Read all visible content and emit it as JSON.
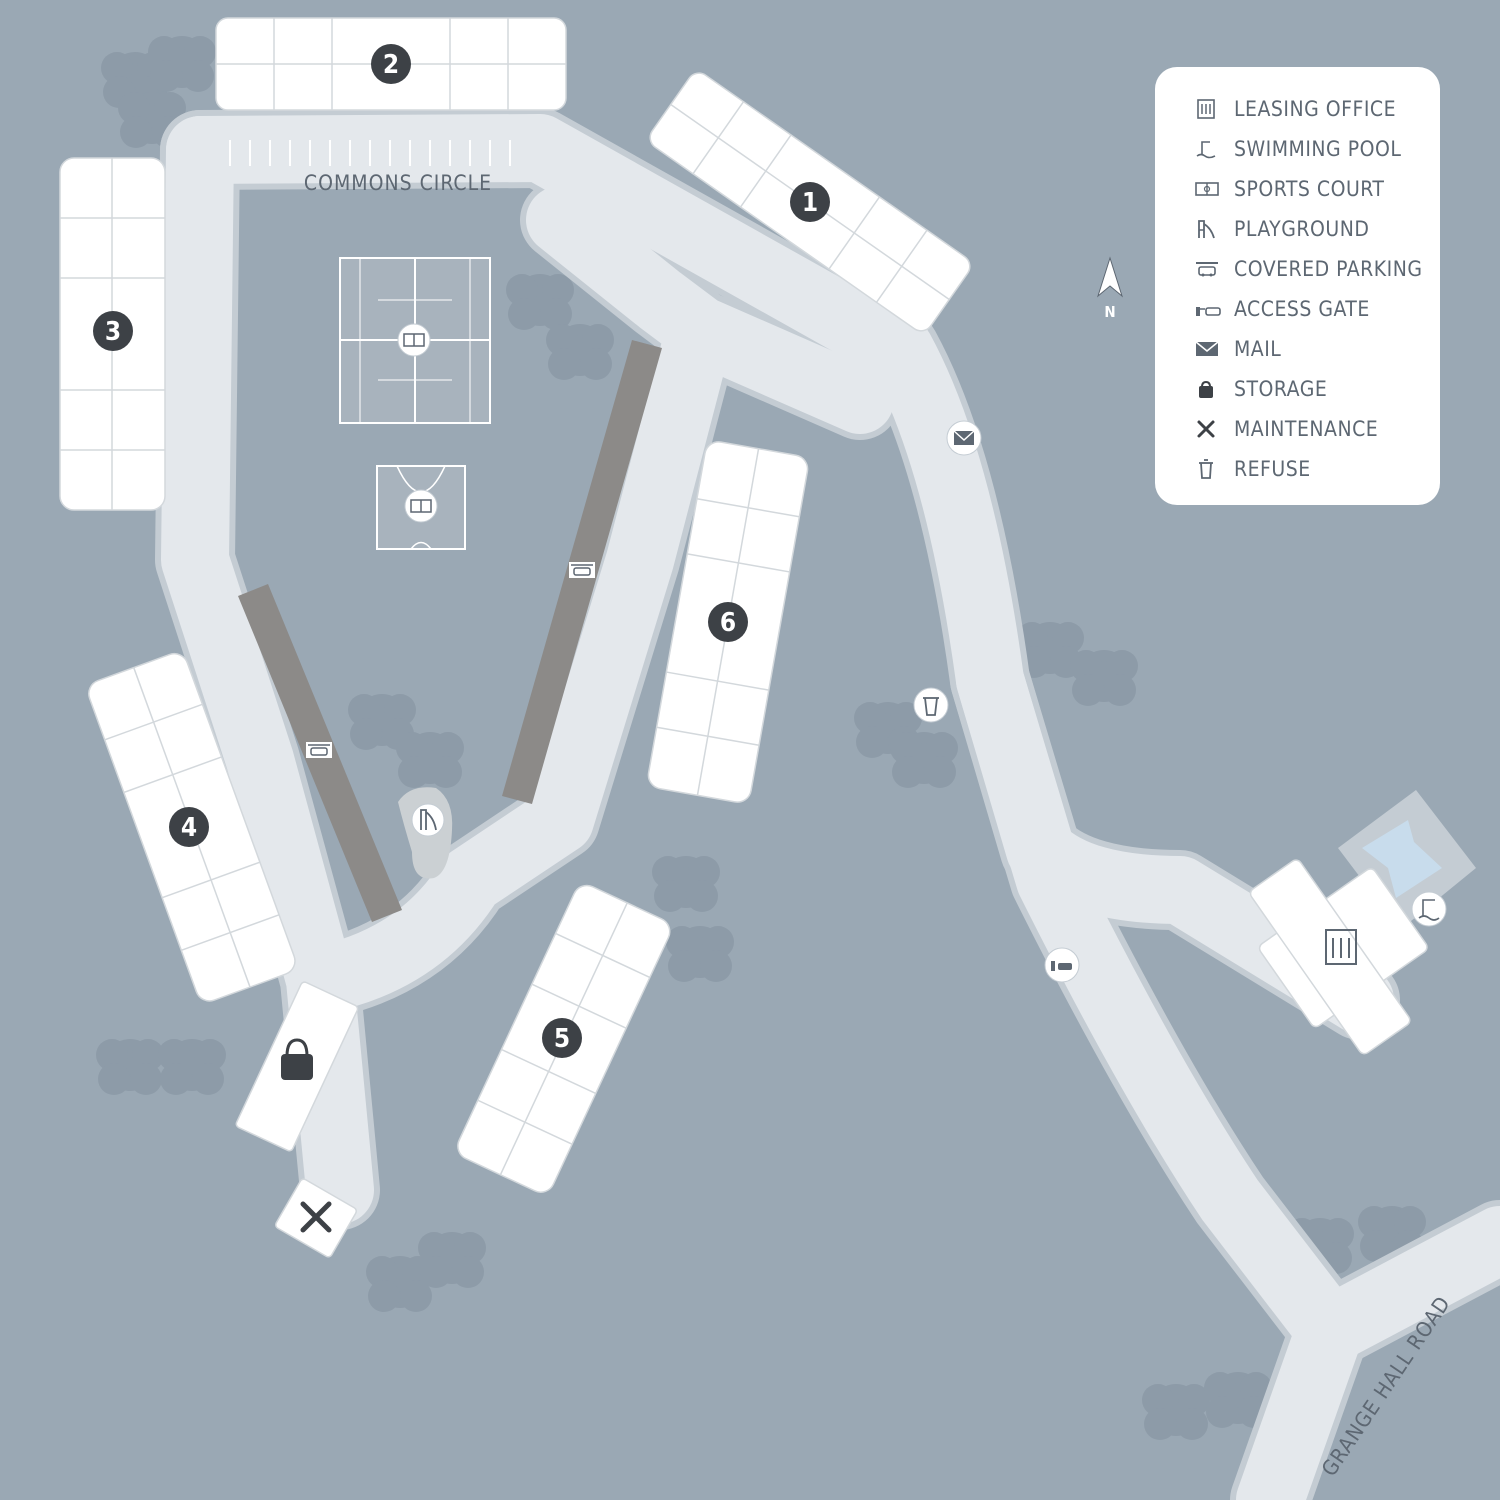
{
  "colors": {
    "background": "#9aa8b4",
    "road": "#e4e8ec",
    "road_edge": "#c4ccd3",
    "building": "#ffffff",
    "building_edge": "#d3d8dc",
    "covered_parking": "#8c8a88",
    "court": "#a8b3bd",
    "pool_water": "#c8dcec",
    "tree": "#8d9ba8",
    "badge": "#3d4146",
    "text": "#5d6772"
  },
  "legend": {
    "items": [
      {
        "icon": "leasing-office-icon",
        "label": "LEASING OFFICE"
      },
      {
        "icon": "swimming-pool-icon",
        "label": "SWIMMING POOL"
      },
      {
        "icon": "sports-court-icon",
        "label": "SPORTS COURT"
      },
      {
        "icon": "playground-icon",
        "label": "PLAYGROUND"
      },
      {
        "icon": "covered-parking-icon",
        "label": "COVERED PARKING"
      },
      {
        "icon": "access-gate-icon",
        "label": "ACCESS GATE"
      },
      {
        "icon": "mail-icon",
        "label": "MAIL"
      },
      {
        "icon": "storage-icon",
        "label": "STORAGE"
      },
      {
        "icon": "maintenance-icon",
        "label": "MAINTENANCE"
      },
      {
        "icon": "refuse-icon",
        "label": "REFUSE"
      }
    ]
  },
  "compass": {
    "label": "N"
  },
  "streets": {
    "commons": "COMMONS CIRCLE",
    "grange": "GRANGE HALL ROAD"
  },
  "buildings": {
    "b1": "1",
    "b2": "2",
    "b3": "3",
    "b4": "4",
    "b5": "5",
    "b6": "6"
  }
}
